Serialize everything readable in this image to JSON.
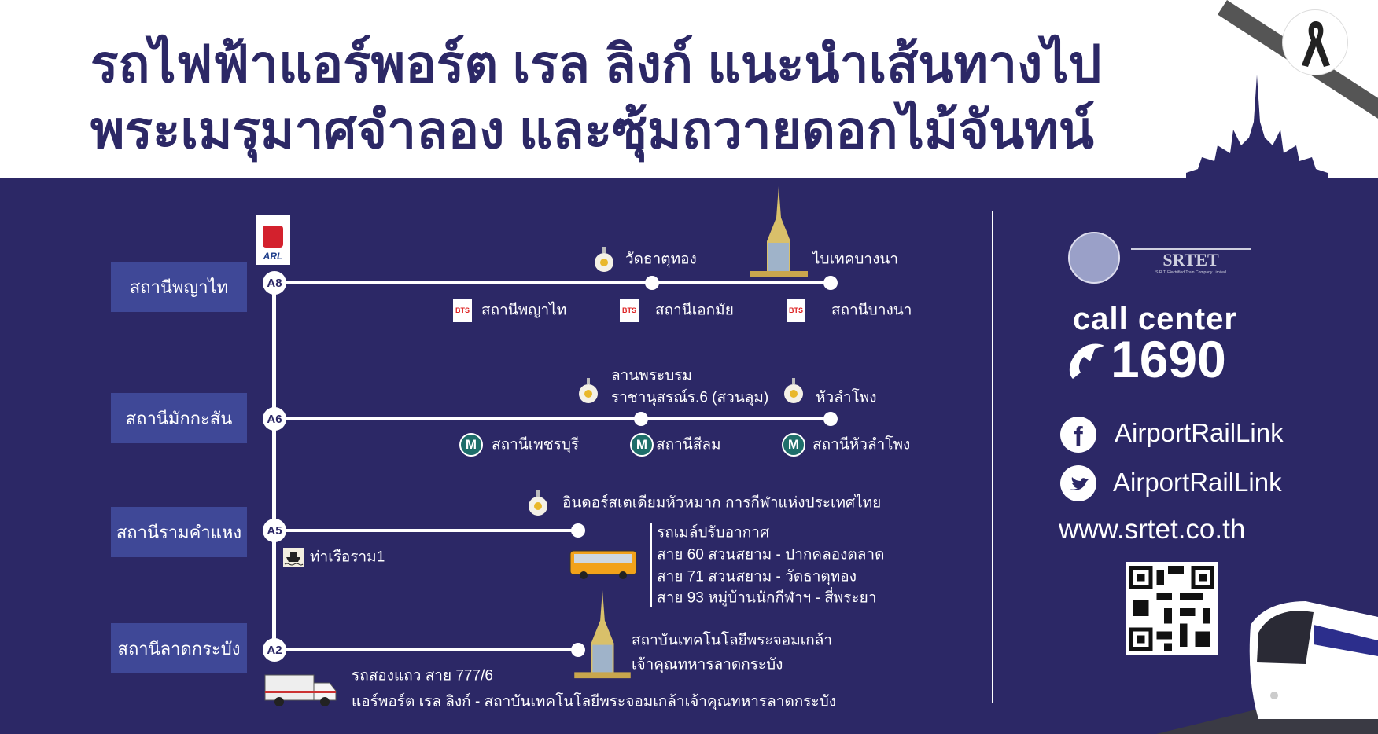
{
  "header": {
    "title_line1": "รถไฟฟ้าแอร์พอร์ต เรล ลิงก์ แนะนำเส้นทางไป",
    "title_line2": "พระเมรุมาศจำลอง และซุ้มถวายดอกไม้จันทน์"
  },
  "logo_arl": "ARL",
  "colors": {
    "background": "#2c2866",
    "station_box": "#3f4897",
    "header_bg": "#ffffff",
    "title": "#2c2866"
  },
  "stations": [
    {
      "code": "A8",
      "name": "สถานีพญาไท",
      "places": [
        "วัดธาตุทอง",
        "ไบเทคบางนา"
      ],
      "bts": [
        "สถานีพญาไท",
        "สถานีเอกมัย",
        "สถานีบางนา"
      ]
    },
    {
      "code": "A6",
      "name": "สถานีมักกะสัน",
      "places": [
        "ลานพระบรม",
        "ราชานุสรณ์ร.6 (สวนลุม)",
        "หัวลำโพง"
      ],
      "mrt": [
        "สถานีเพชรบุรี",
        "สถานีสีลม",
        "สถานีหัวลำโพง"
      ],
      "mrt_icon": "M"
    },
    {
      "code": "A5",
      "name": "สถานีรามคำแหง",
      "place": "อินดอร์สเตเดียมหัวหมาก การกีฬาแห่งประเทศไทย",
      "pier": "ท่าเรือราม1",
      "bus": [
        "รถเมล์ปรับอากาศ",
        "สาย 60 สวนสยาม - ปากคลองตลาด",
        "สาย 71 สวนสยาม - วัดธาตุทอง",
        "สาย 93 หมู่บ้านนักกีฬาฯ - สี่พระยา"
      ]
    },
    {
      "code": "A2",
      "name": "สถานีลาดกระบัง",
      "place": [
        "สถาบันเทคโนโลยีพระจอมเกล้า",
        "เจ้าคุณทหารลาดกระบัง"
      ],
      "songthaew": [
        "รถสองแถว สาย 777/6",
        "แอร์พอร์ต เรล ลิงก์ - สถาบันเทคโนโลยีพระจอมเกล้าเจ้าคุณทหารลาดกระบัง"
      ]
    }
  ],
  "contact": {
    "logo_text": "SRTET",
    "logo_sub": "S.R.T. Electrified Train Company Limited",
    "call_center_label": "call center",
    "phone": "1690",
    "facebook": "AirportRailLink",
    "twitter": "AirportRailLink",
    "website": "www.srtet.co.th"
  }
}
